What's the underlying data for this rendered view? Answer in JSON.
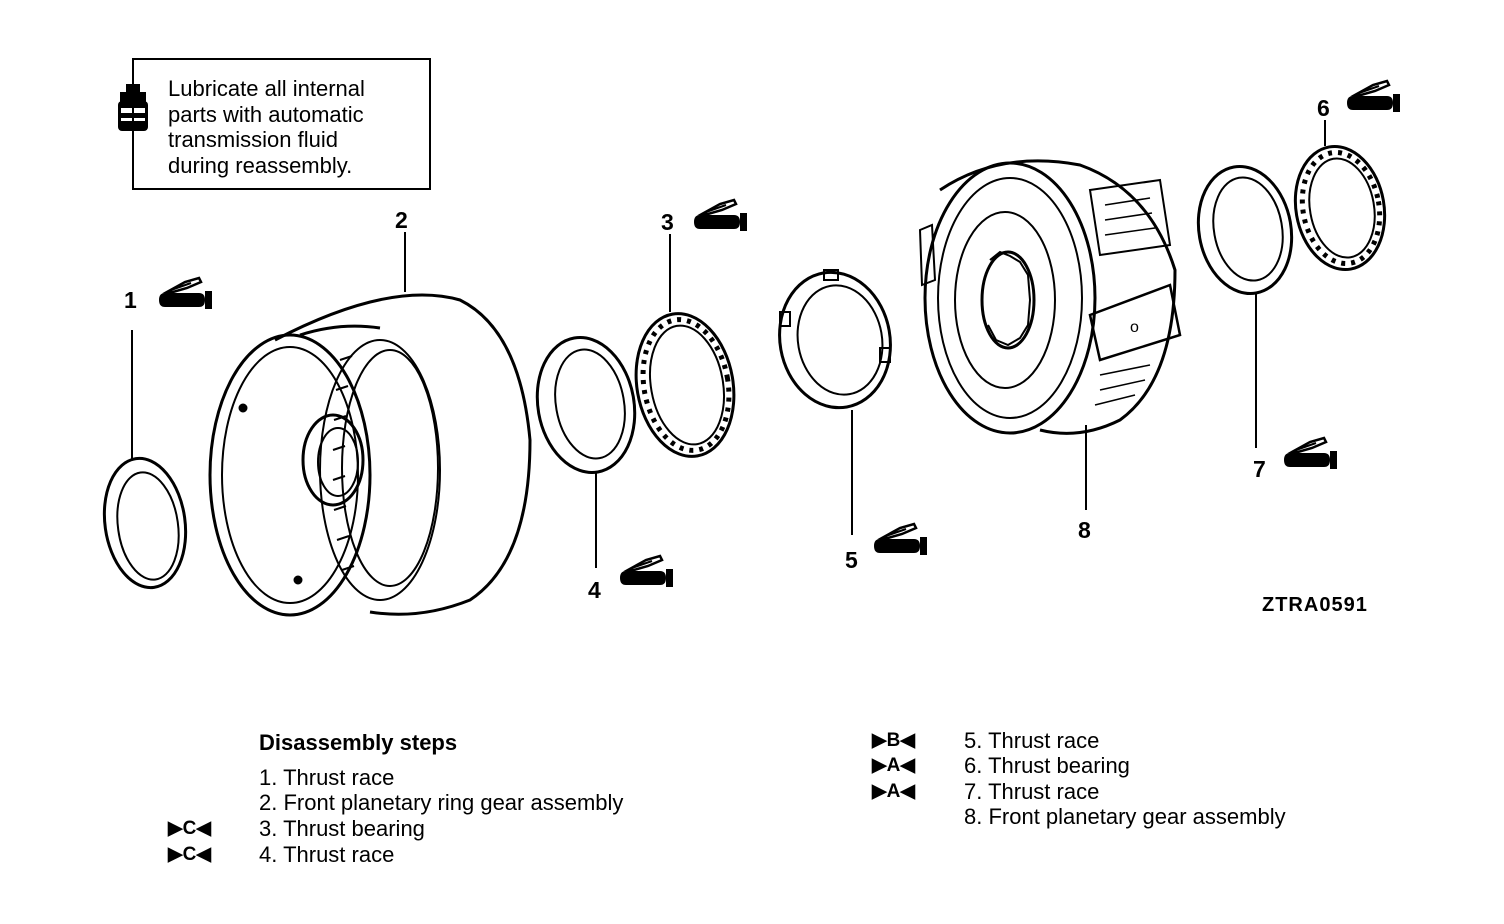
{
  "note": {
    "lines": [
      "Lubricate all internal",
      "parts with automatic",
      "transmission fluid",
      "during reassembly."
    ]
  },
  "callouts": [
    "1",
    "2",
    "3",
    "4",
    "5",
    "6",
    "7",
    "8"
  ],
  "figure_code": "ZTRA0591",
  "steps_title": "Disassembly steps",
  "steps": [
    {
      "mark": "",
      "text": "1. Thrust race"
    },
    {
      "mark": "",
      "text": "2. Front planetary ring gear assembly"
    },
    {
      "mark": "▶C◀",
      "text": "3. Thrust bearing"
    },
    {
      "mark": "▶C◀",
      "text": "4. Thrust race"
    },
    {
      "mark": "▶B◀",
      "text": "5. Thrust race"
    },
    {
      "mark": "▶A◀",
      "text": "6. Thrust bearing"
    },
    {
      "mark": "▶A◀",
      "text": "7. Thrust race"
    },
    {
      "mark": "",
      "text": "8. Front planetary gear assembly"
    }
  ],
  "icons": {
    "oil_can": "oil-can-icon",
    "lubricant": "lubricant-icon"
  }
}
